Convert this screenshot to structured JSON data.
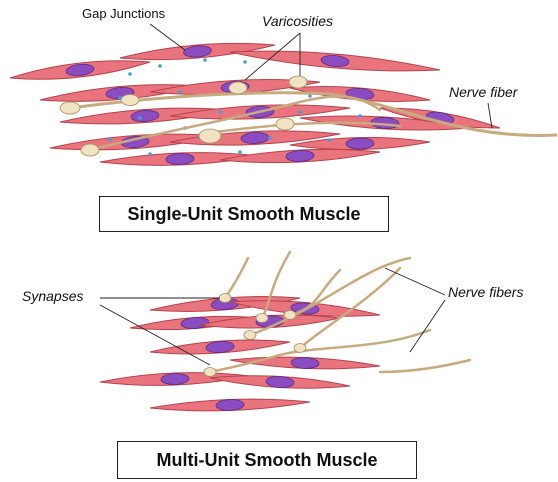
{
  "single_unit": {
    "title": "Single-Unit Smooth Muscle",
    "labels": {
      "gap_junctions": "Gap Junctions",
      "varicosities": "Varicosities",
      "nerve_fiber": "Nerve fiber"
    }
  },
  "multi_unit": {
    "title": "Multi-Unit Smooth Muscle",
    "labels": {
      "synapses": "Synapses",
      "nerve_fibers": "Nerve fibers"
    }
  },
  "colors": {
    "muscle_cell_fill": "#e9747d",
    "muscle_cell_stroke": "#b5424d",
    "nucleus_fill": "#8a4cc0",
    "nerve_fiber": "#c7ab7f",
    "varicosity_fill": "#efe3c4",
    "gap_junction_dot": "#3fa0d6",
    "leader_line": "#222222"
  }
}
